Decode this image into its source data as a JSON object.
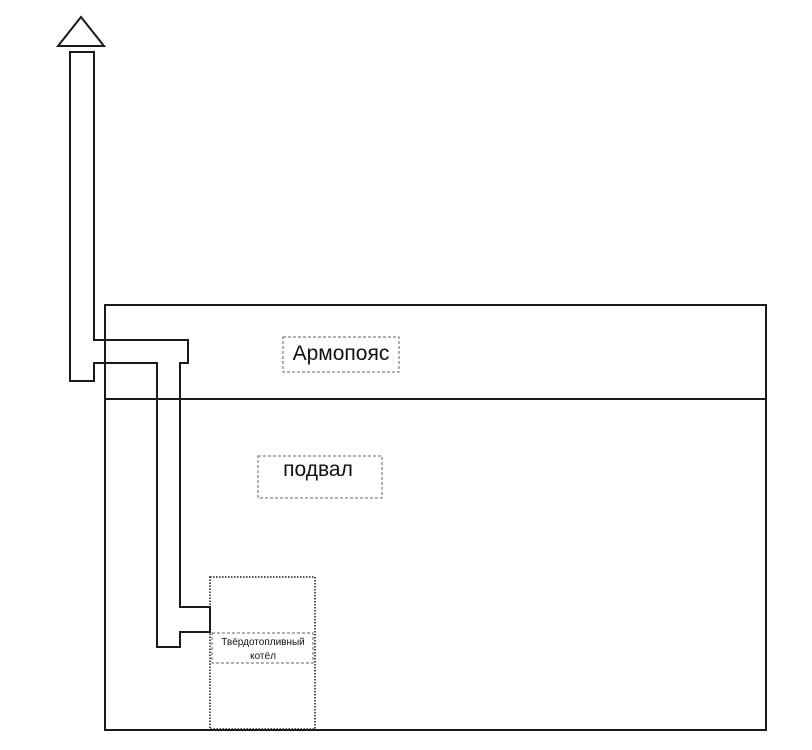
{
  "labels": {
    "ring_beam": "Армопояс",
    "basement": "подвал",
    "boiler_line1": "Твёрдотопливный",
    "boiler_line2": "котёл"
  }
}
